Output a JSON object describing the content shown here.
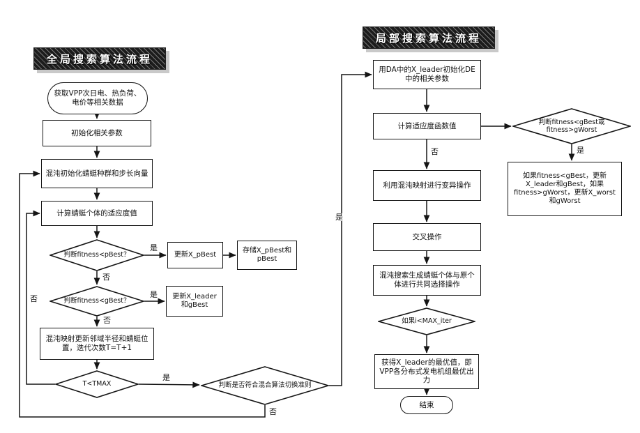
{
  "diagram": {
    "headers": {
      "left": "全局搜索算法流程",
      "right": "局部搜索算法流程"
    },
    "nodes": {
      "start": "获取VPP次日电、热负荷、电价等相关数据",
      "init": "初始化相关参数",
      "chaos_init": "混沌初始化蜻蜓种群和步长向量",
      "calc_fitness": "计算蜻蜓个体的适应度值",
      "judge_pbest": "判断fitness<pBest？",
      "update_pbest": "更新X_pBest",
      "store_pbest": "存储X_pBest和pBest",
      "judge_gbest": "判断fitness<gBest？",
      "update_leader": "更新X_leader和gBest",
      "chaos_update": "混沌映射更新邻域半径和蜻蜓位置，迭代次数T=T+1",
      "judge_tmax": "T<TMAX",
      "judge_switch": "判断是否符合混合算法切换准则",
      "de_init": "用DA中的X_leader初始化DE中的相关参数",
      "de_fitness": "计算适应度函数值",
      "judge_fitness": "判断fitness<gBest或fitness>gWorst",
      "update_both": "如果fitness<gBest，更新X_leader和gBest，如果fitness>gWorst，更新X_worst和gWorst",
      "mutation": "利用混沌映射进行变异操作",
      "crossover": "交叉操作",
      "chaos_select": "混沌搜索生成蜻蜓个体与原个体进行共同选择操作",
      "judge_iter": "如果i<MAX_iter",
      "result": "获得X_leader的最优值，即VPP各分布式发电机组最优出力",
      "end": "结束"
    },
    "edge_labels": {
      "yes": "是",
      "no": "否"
    }
  }
}
